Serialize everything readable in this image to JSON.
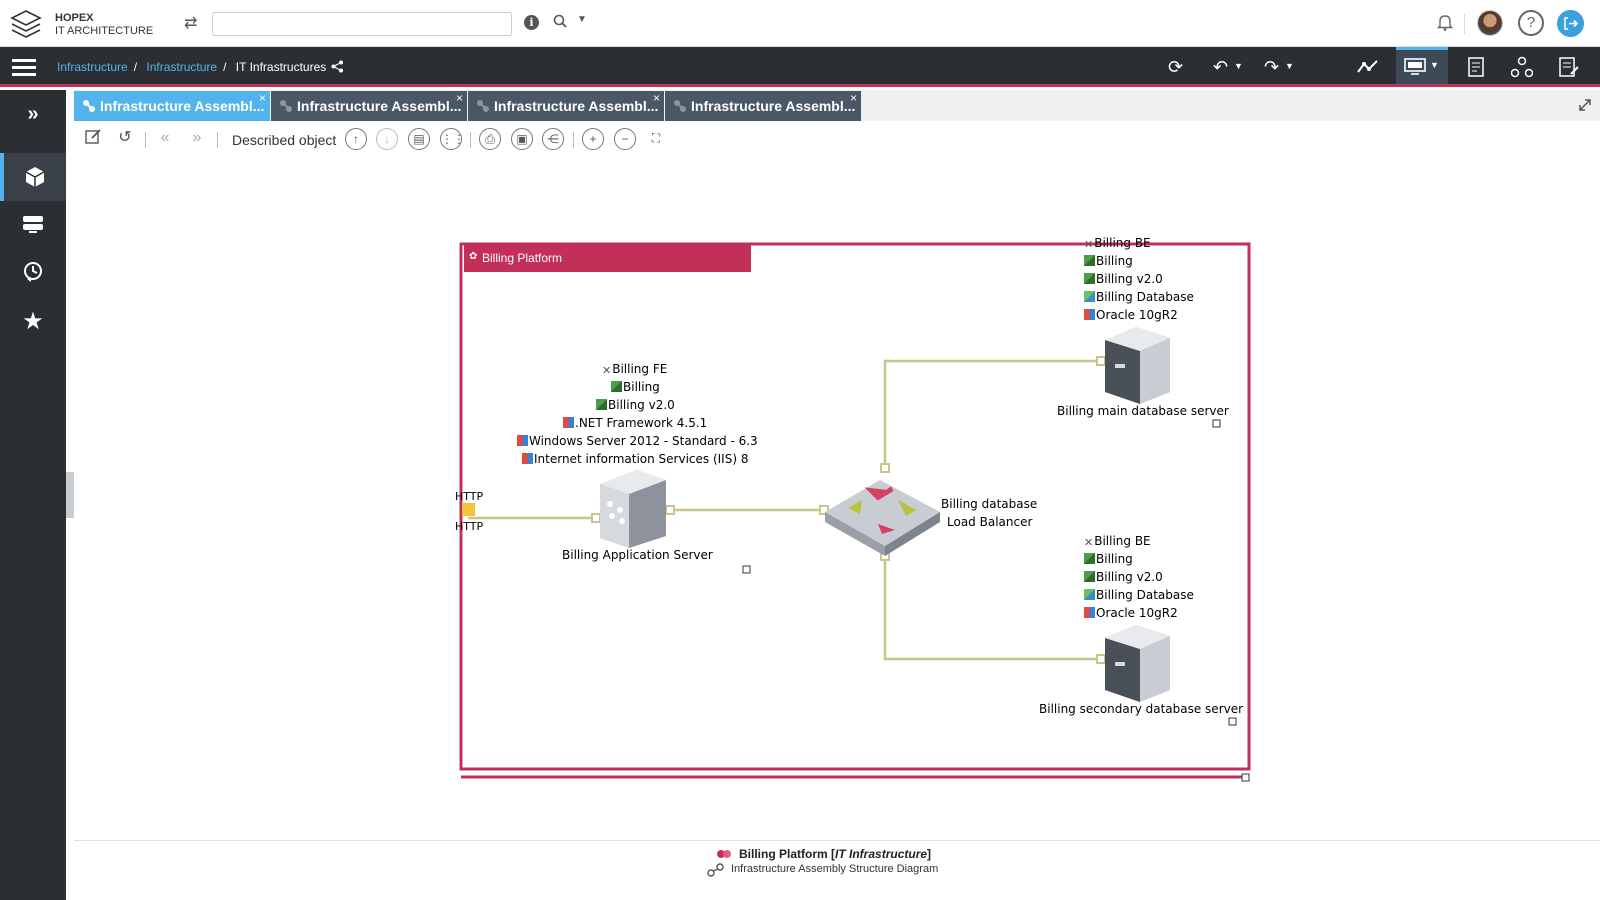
{
  "app": {
    "brand_line1": "HOPEX",
    "brand_line2": "IT ARCHITECTURE"
  },
  "search": {
    "value": "",
    "placeholder": ""
  },
  "breadcrumb": [
    {
      "label": "Infrastructure",
      "link": true
    },
    {
      "label": "Infrastructure",
      "link": true
    },
    {
      "label": "IT Infrastructures",
      "link": false
    }
  ],
  "tabs": [
    {
      "label": "Infrastructure Assembl...",
      "active": true
    },
    {
      "label": "Infrastructure Assembl...",
      "active": false
    },
    {
      "label": "Infrastructure Assembl...",
      "active": false
    },
    {
      "label": "Infrastructure Assembl...",
      "active": false
    }
  ],
  "toolbar": {
    "described_object": "Described object"
  },
  "diagram": {
    "container_title": "Billing Platform",
    "http_top": "HTTP",
    "http_bottom": "HTTP",
    "app_server": {
      "name": "Billing Application Server",
      "stack": [
        "Billing FE",
        "Billing",
        "Billing v2.0",
        ".NET Framework 4.5.1",
        "Windows Server 2012 - Standard - 6.3",
        "Internet information Services (IIS) 8"
      ]
    },
    "load_balancer": {
      "name_line1": "Billing database",
      "name_line2": "Load Balancer"
    },
    "main_db": {
      "name": "Billing main database server",
      "stack": [
        "Billing BE",
        "Billing",
        "Billing v2.0",
        "Billing Database",
        "Oracle 10gR2"
      ]
    },
    "secondary_db": {
      "name": "Billing secondary database server",
      "stack": [
        "Billing BE",
        "Billing",
        "Billing v2.0",
        "Billing Database",
        "Oracle 10gR2"
      ]
    }
  },
  "footer": {
    "object_name": "Billing Platform",
    "object_type": "IT Infrastructure",
    "diagram_type": "Infrastructure Assembly Structure Diagram"
  },
  "colors": {
    "accent": "#c2305a",
    "link": "#52b4ec",
    "dark": "#2b2f33",
    "connector": "#c8c58a"
  }
}
